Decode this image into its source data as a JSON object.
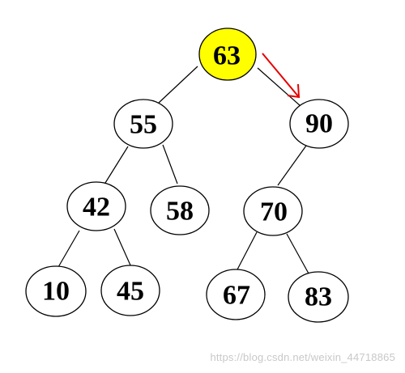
{
  "tree": {
    "root": "63",
    "highlight_color": "#ffff00",
    "arrow_color": "#e60000",
    "nodes": [
      {
        "id": "n63",
        "label": "63",
        "highlight": true
      },
      {
        "id": "n55",
        "label": "55"
      },
      {
        "id": "n90",
        "label": "90"
      },
      {
        "id": "n42",
        "label": "42"
      },
      {
        "id": "n58",
        "label": "58"
      },
      {
        "id": "n70",
        "label": "70"
      },
      {
        "id": "n10",
        "label": "10"
      },
      {
        "id": "n45",
        "label": "45"
      },
      {
        "id": "n67",
        "label": "67"
      },
      {
        "id": "n83",
        "label": "83"
      }
    ],
    "edges": [
      [
        "63",
        "55"
      ],
      [
        "63",
        "90"
      ],
      [
        "55",
        "42"
      ],
      [
        "55",
        "58"
      ],
      [
        "90",
        "70"
      ],
      [
        "42",
        "10"
      ],
      [
        "42",
        "45"
      ],
      [
        "70",
        "67"
      ],
      [
        "70",
        "83"
      ]
    ],
    "arrow": {
      "from": "63",
      "to": "90"
    }
  },
  "watermark": "https://blog.csdn.net/weixin_44718865"
}
